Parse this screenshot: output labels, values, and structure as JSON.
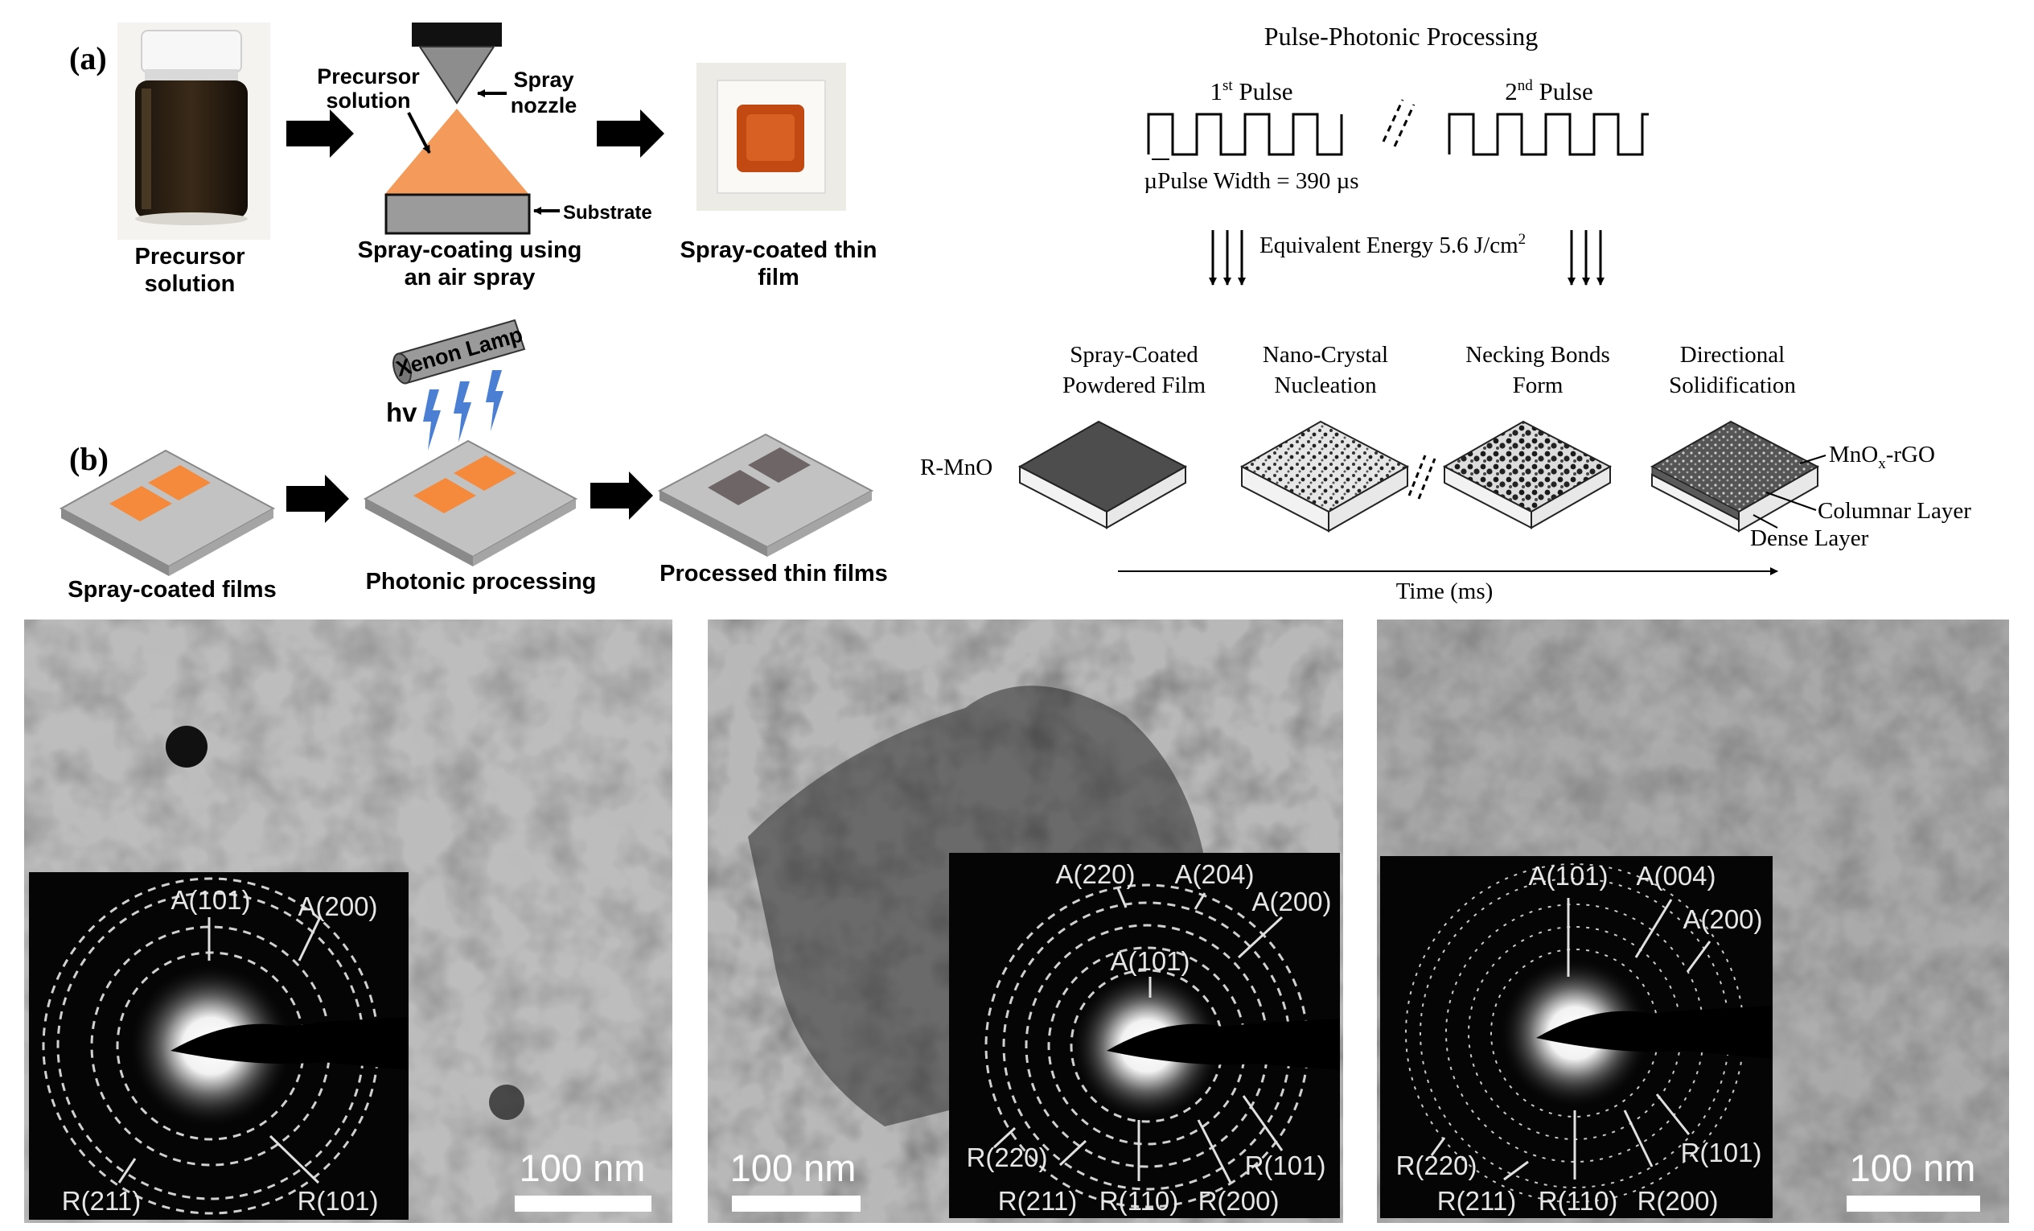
{
  "panel_a": {
    "label": "(a)",
    "precursor_caption_1": "Precursor",
    "precursor_caption_2": "solution",
    "precursor_solution_1": "Precursor",
    "precursor_solution_2": "solution",
    "spray_nozzle_1": "Spray",
    "spray_nozzle_2": "nozzle",
    "substrate": "Substrate",
    "spray_caption_1": "Spray-coating using",
    "spray_caption_2": "an air spray",
    "film_caption_1": "Spray-coated thin",
    "film_caption_2": "film"
  },
  "panel_b": {
    "label": "(b)",
    "xenon_lamp": "Xenon Lamp",
    "hv": "hv",
    "caption_1": "Spray-coated films",
    "caption_2": "Photonic processing",
    "caption_3": "Processed thin films"
  },
  "pulse": {
    "title": "Pulse-Photonic Processing",
    "first_pulse": "1",
    "first_sup": "st",
    "first_rest": " Pulse",
    "second_pulse": "2",
    "second_sup": "nd",
    "second_rest": " Pulse",
    "pulse_width": "µPulse Width = 390 µs",
    "energy": "Equivalent Energy 5.6 J/cm",
    "energy_sup": "2",
    "stages": [
      {
        "line1": "Spray-Coated",
        "line2": "Powdered  Film"
      },
      {
        "line1": "Nano-Crystal",
        "line2": "Nucleation"
      },
      {
        "line1": "Necking Bonds",
        "line2": "Form"
      },
      {
        "line1": "Directional",
        "line2": "Solidification"
      }
    ],
    "r_mno": "R-MnO",
    "mnox": "MnO",
    "mnox_sub": "x",
    "mnox_rest": "-rGO",
    "columnar": "Columnar Layer",
    "dense": "Dense Layer",
    "time": "Time (ms)"
  },
  "tem": [
    {
      "scale": "100 nm",
      "rings": [
        "A(101)",
        "A(200)",
        "R(211)",
        "R(101)"
      ]
    },
    {
      "scale": "100 nm",
      "rings": [
        "A(220)",
        "A(204)",
        "A(200)",
        "A(101)",
        "R(220)",
        "R(211)",
        "R(110)",
        "R(200)",
        "R(101)"
      ]
    },
    {
      "scale": "100 nm",
      "rings": [
        "A(101)",
        "A(004)",
        "A(200)",
        "R(220)",
        "R(211)",
        "R(110)",
        "R(200)",
        "R(101)"
      ]
    }
  ],
  "colors": {
    "orange": "#f58a3c",
    "spray_orange": "#f49a5a",
    "gray_plate": "#bdbdbd",
    "lamp_blue": "#4a7fd4",
    "solution_dark": "#2a1e12"
  }
}
